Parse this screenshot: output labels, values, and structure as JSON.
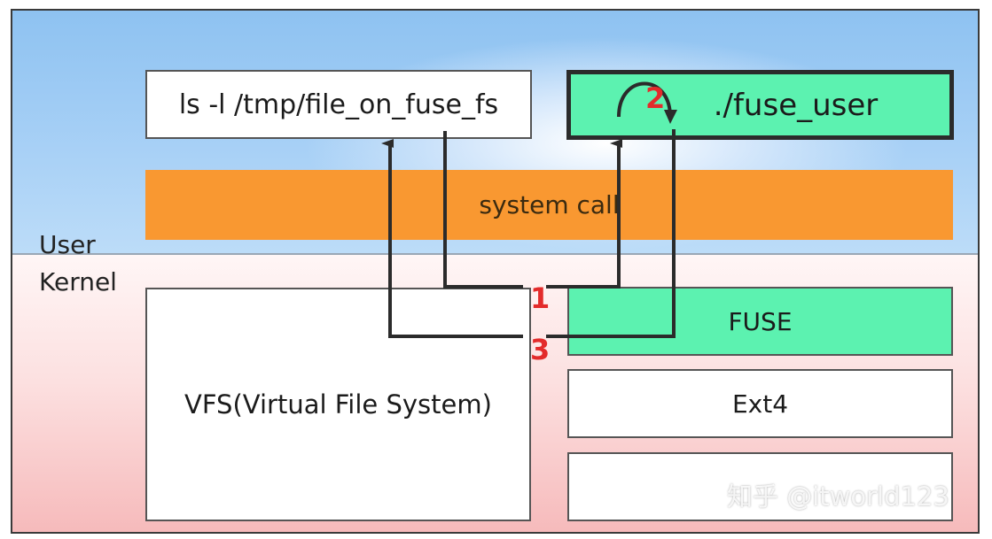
{
  "regions": {
    "user_label": "User",
    "kernel_label": "Kernel",
    "user_color": "#9ec9f3",
    "kernel_color": "#f8c6c7"
  },
  "boxes": {
    "ls_command": "ls -l /tmp/file_on_fuse_fs",
    "fuse_user": "./fuse_user",
    "system_call": "system call",
    "vfs": "VFS(Virtual File System)",
    "fuse": "FUSE",
    "ext4": "Ext4",
    "empty": ""
  },
  "steps": {
    "step1": "1",
    "step2": "2",
    "step3": "3"
  },
  "colors": {
    "fuse_green": "#5cf2b0",
    "syscall_orange": "#f99831",
    "step_red": "#e32b2b",
    "arrow": "#2b2b2b"
  },
  "watermark": "知乎 @itworld123"
}
